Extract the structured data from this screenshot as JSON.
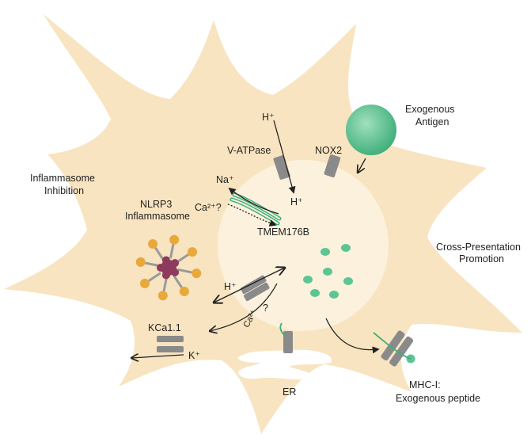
{
  "labels": {
    "h_top": "H⁺",
    "vatpase": "V-ATPase",
    "nox2": "NOX2",
    "exogenous_antigen_line1": "Exogenous",
    "exogenous_antigen_line2": "Antigen",
    "inflammasome_inhibition_line1": "Inflammasome",
    "inflammasome_inhibition_line2": "Inhibition",
    "nlrp3_line1": "NLRP3",
    "nlrp3_line2": "Inflammasome",
    "na": "Na⁺",
    "h_inside": "H⁺",
    "ca_q_top": "Ca²⁺?",
    "tmem176b": "TMEM176B",
    "cross_presentation_line1": "Cross-Presentation",
    "cross_presentation_line2": "Promotion",
    "h_left": "H⁺",
    "ca_lower": "Ca²⁺",
    "q_lower": "?",
    "kca": "KCa1.1",
    "k": "K⁺",
    "er": "ER",
    "mhc_line1": "MHC-I:",
    "mhc_line2": "Exogenous peptide"
  },
  "colors": {
    "cell_fill": "#f8e4c0",
    "phagosome_fill": "#fcf1dd",
    "antigen_green": "#5bc593",
    "channel_gray": "#8a8a8a",
    "nlrp3_core": "#8e3a5e",
    "nlrp3_arm": "#e8a83a",
    "arrow": "#222222"
  }
}
